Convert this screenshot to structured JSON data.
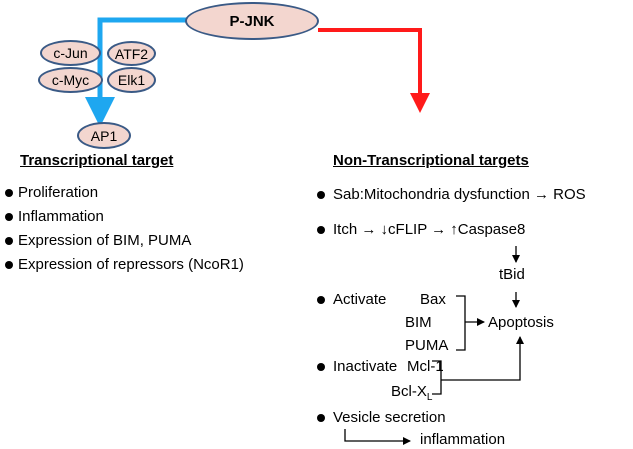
{
  "nodes": {
    "pjnk": "P-JNK",
    "cjun": "c-Jun",
    "atf2": "ATF2",
    "cmyc": "c-Myc",
    "elk1": "Elk1",
    "ap1": "AP1"
  },
  "transcriptional": {
    "heading": "Transcriptional target",
    "items": [
      "Proliferation",
      "Inflammation",
      "Expression of BIM, PUMA",
      "Expression of repressors (NcoR1)"
    ]
  },
  "non_transcriptional": {
    "heading": "Non-Transcriptional targets",
    "sab": "Sab:Mitochondria dysfunction",
    "ros": "ROS",
    "itch": "Itch",
    "cflip": "cFLIP",
    "caspase8": "Caspase8",
    "tbid": "tBid",
    "activate": "Activate",
    "bax": "Bax",
    "bim": "BIM",
    "puma": "PUMA",
    "apoptosis": "Apoptosis",
    "inactivate": "Inactivate",
    "mcl1": "Mcl-1",
    "bclx": "Bcl-X",
    "bclx_sub": "L",
    "vesicle": "Vesicle secretion",
    "inflammation": "inflammation"
  },
  "colors": {
    "blue_arrow": "#1ea7f0",
    "red_arrow": "#ff1a1a",
    "oval_fill": "#f3d6cf",
    "oval_border": "#3a5a86"
  },
  "icons": {
    "up_arrow": "↑",
    "down_arrow": "↓",
    "right_arrow": "→"
  }
}
